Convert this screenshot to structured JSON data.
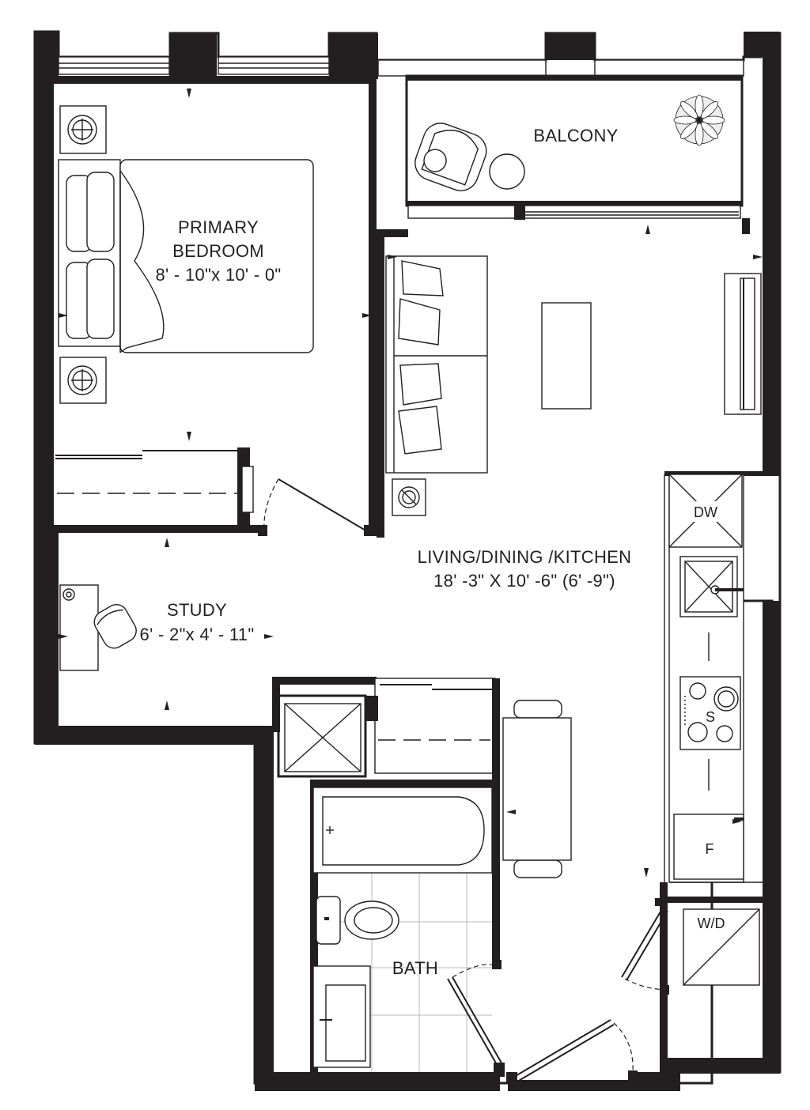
{
  "rooms": {
    "balcony": {
      "name": "BALCONY"
    },
    "primary_bedroom": {
      "name_line1": "PRIMARY",
      "name_line2": "BEDROOM",
      "dimensions": "8' - 10\"x 10' - 0\""
    },
    "living_dining_kitchen": {
      "name": "LIVING/DINING /KITCHEN",
      "dimensions": "18' -3\" X 10' -6\" (6' -9\")"
    },
    "study": {
      "name": "STUDY",
      "dimensions": "6' - 2\"x 4' - 11\""
    },
    "bath": {
      "name": "BATH"
    }
  },
  "fixtures": {
    "dishwasher": "DW",
    "stove": "S",
    "fridge": "F",
    "washer_dryer": "W/D"
  },
  "colors": {
    "line": "#231f20",
    "tile_grid": "#b8b8b8",
    "background": "#ffffff"
  }
}
